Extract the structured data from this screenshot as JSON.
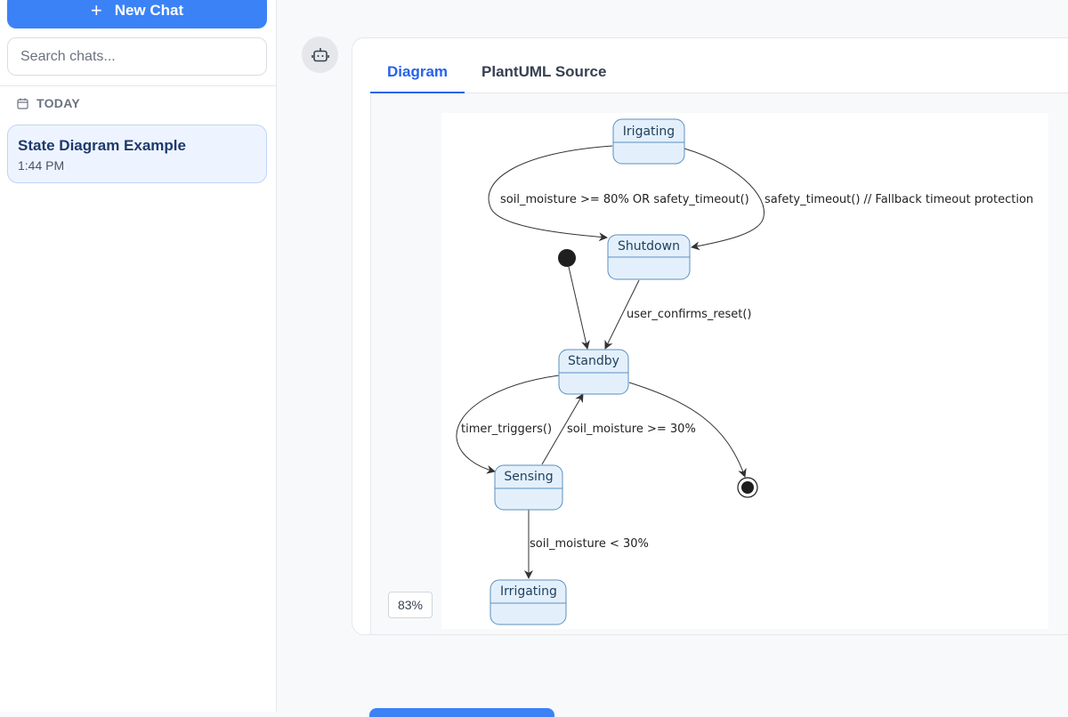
{
  "sidebar": {
    "new_chat_label": "New Chat",
    "search_placeholder": "Search chats...",
    "section_label": "TODAY",
    "chats": [
      {
        "title": "State Diagram Example",
        "time": "1:44 PM"
      }
    ]
  },
  "main": {
    "tabs": [
      {
        "label": "Diagram",
        "active": true
      },
      {
        "label": "PlantUML Source",
        "active": false
      }
    ],
    "zoom_level": "83%"
  },
  "diagram": {
    "states": {
      "irigating": "Irigating",
      "shutdown": "Shutdown",
      "standby": "Standby",
      "sensing": "Sensing",
      "irrigating": "Irrigating"
    },
    "transitions": {
      "irigating_to_shutdown_1": "soil_moisture >= 80% OR safety_timeout()",
      "irigating_to_shutdown_2": "safety_timeout() // Fallback timeout protection",
      "shutdown_to_standby": "user_confirms_reset()",
      "standby_to_sensing": "timer_triggers()",
      "sensing_to_standby": "soil_moisture >= 30%",
      "sensing_to_irrigating": "soil_moisture < 30%"
    }
  },
  "colors": {
    "accent": "#3b82f6",
    "state_fill": "#e3f0fc",
    "state_border": "#5b8fbf",
    "state_text": "#1e3f5c"
  }
}
